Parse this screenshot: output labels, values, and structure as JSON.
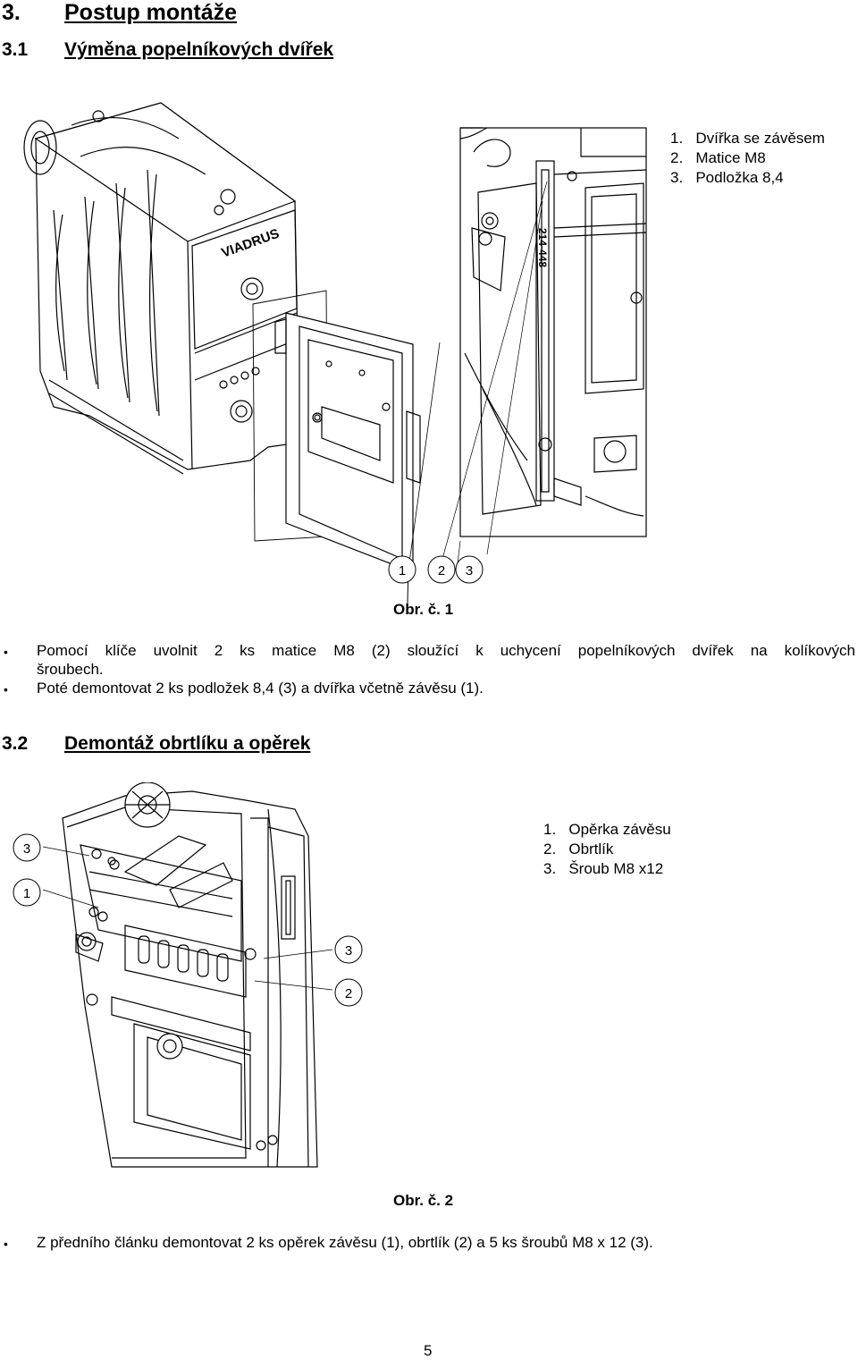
{
  "section": {
    "number": "3.",
    "title": "Postup montáže"
  },
  "subsection1": {
    "number": "3.1",
    "title": "Výměna popelníkových dvířek"
  },
  "figure1": {
    "brand": "VIADRUS",
    "door_label": "214-448",
    "callouts": [
      "1",
      "2",
      "3"
    ],
    "legend": [
      "1.   Dvířka se závěsem",
      "2.   Matice M8",
      "3.   Podložka 8,4"
    ],
    "caption": "Obr. č. 1"
  },
  "bullets1": [
    {
      "line1": "Pomocí klíče uvolnit 2 ks matice M8 (2) sloužící k uchycení popelníkových dvířek na kolíkových",
      "line2": "šroubech."
    },
    {
      "line1": "Poté demontovat 2 ks podložek 8,4 (3) a dvířka včetně závěsu (1)."
    }
  ],
  "subsection2": {
    "number": "3.2",
    "title": "Demontáž obrtlíku a opěrek"
  },
  "figure2": {
    "callouts": [
      "3",
      "1",
      "3",
      "2"
    ],
    "legend": [
      "1.   Opěrka závěsu",
      "2.   Obrtlík",
      "3.   Šroub M8 x12"
    ],
    "caption": "Obr. č. 2"
  },
  "bullets2": [
    {
      "line1": "Z předního článku demontovat 2 ks opěrek závěsu (1), obrtlík (2) a 5 ks šroubů M8 x 12 (3)."
    }
  ],
  "page_number": "5"
}
